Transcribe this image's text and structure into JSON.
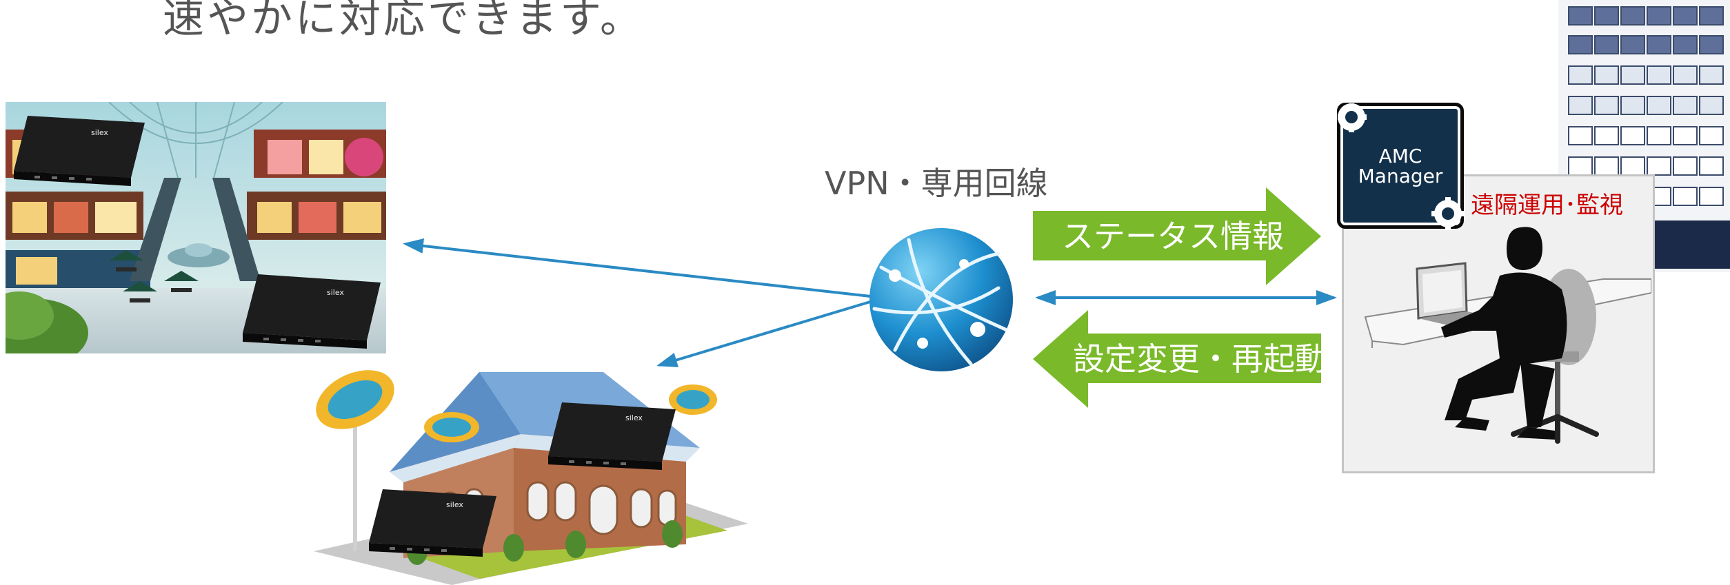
{
  "header": {
    "text": "速やかに対応できます。"
  },
  "network": {
    "label": "VPN・専用回線"
  },
  "arrows": {
    "status": "ステータス情報",
    "config": "設定変更・再起動"
  },
  "manager": {
    "badge_line1": "AMC",
    "badge_line2": "Manager",
    "remote_label": "遠隔運用･監視"
  },
  "device": {
    "brand": "silex"
  },
  "colors": {
    "arrow_green": "#7ab929",
    "line_blue": "#2a8ac4",
    "remote_red": "#cc0000",
    "badge_bg": "#12304a",
    "text_gray": "#555555"
  },
  "icons": [
    "globe-network-icon",
    "gear-icon",
    "device-box-icon",
    "person-laptop-icon",
    "building-icon",
    "mall-icon",
    "shop-icon"
  ]
}
